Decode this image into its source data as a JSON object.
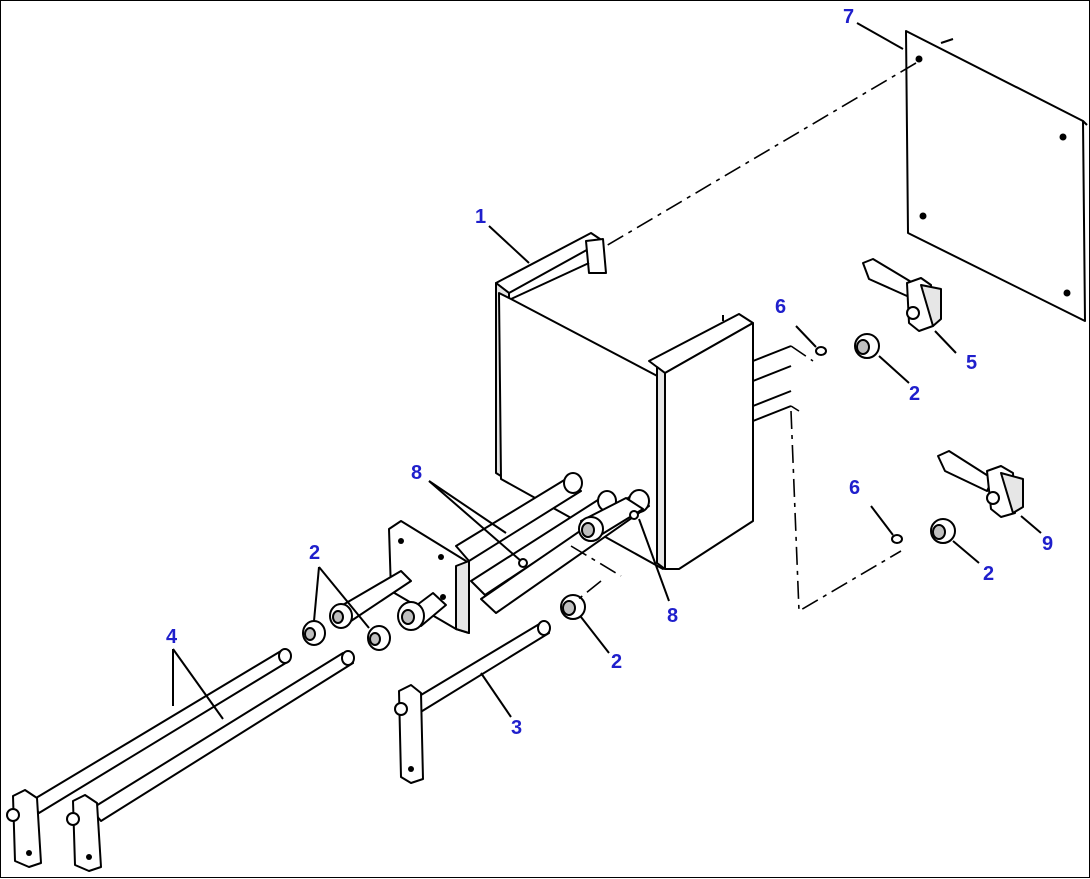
{
  "diagram": {
    "colors": {
      "callout": "#1f1fcc",
      "line": "#000000",
      "background": "#ffffff"
    },
    "callouts": [
      {
        "id": "c7",
        "text": "7"
      },
      {
        "id": "c1",
        "text": "1"
      },
      {
        "id": "c6a",
        "text": "6"
      },
      {
        "id": "c5",
        "text": "5"
      },
      {
        "id": "c2a",
        "text": "2"
      },
      {
        "id": "c8a",
        "text": "8"
      },
      {
        "id": "c6b",
        "text": "6"
      },
      {
        "id": "c9",
        "text": "9"
      },
      {
        "id": "c2b",
        "text": "2"
      },
      {
        "id": "c2c",
        "text": "2"
      },
      {
        "id": "c8b",
        "text": "8"
      },
      {
        "id": "c4",
        "text": "4"
      },
      {
        "id": "c2d",
        "text": "2"
      },
      {
        "id": "c3",
        "text": "3"
      }
    ]
  }
}
